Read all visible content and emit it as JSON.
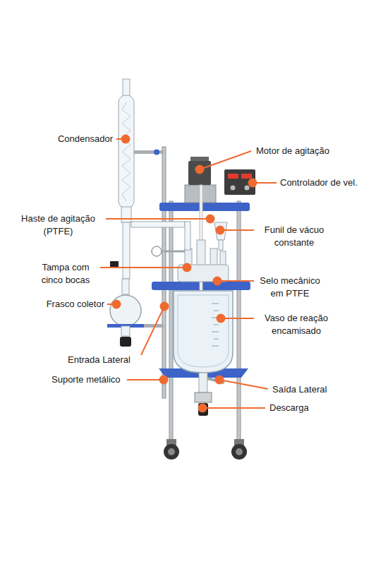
{
  "diagram": {
    "labels": [
      "Condensador",
      "Motor de agitação",
      "Controlador de vel.",
      "Haste de agitação (PTFE)",
      "Funil de vácuo constante",
      "Tampa com cinco bocas",
      "Selo mecânico em PTFE",
      "Frasco coletor",
      "Vaso de reação encamisado",
      "Entrada Lateral",
      "Suporte metálico",
      "Saída Lateral",
      "Descarga"
    ]
  }
}
